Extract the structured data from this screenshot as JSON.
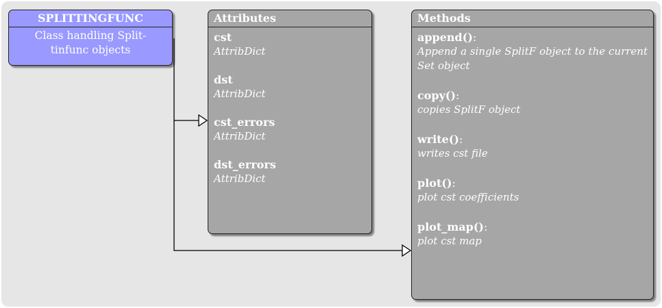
{
  "class": {
    "name": "SPLITTINGFUNC",
    "description": "Class handling Split-tinfunc objects",
    "fill_color": "#9999ff"
  },
  "attributes": {
    "title": "Attributes",
    "items": [
      {
        "name": "cst",
        "type": "AttribDict"
      },
      {
        "name": "dst",
        "type": "AttribDict"
      },
      {
        "name": "cst_errors",
        "type": "AttribDict"
      },
      {
        "name": "dst_errors",
        "type": "AttribDict"
      }
    ]
  },
  "methods": {
    "title": "Methods",
    "items": [
      {
        "name": "append()",
        "suffix": ":",
        "description": "Append a single SplitF object to the current Set object"
      },
      {
        "name": "copy()",
        "suffix": ":",
        "description": "copies SplitF object"
      },
      {
        "name": "write()",
        "suffix": ":",
        "description": "writes cst file"
      },
      {
        "name": "plot()",
        "suffix": ":",
        "description": "plot cst coefficients"
      },
      {
        "name": "plot_map()",
        "suffix": ":",
        "description": "plot cst map"
      }
    ]
  },
  "colors": {
    "background": "#e6e6e6",
    "box_gray": "#a6a6a6",
    "class_blue": "#9999ff"
  }
}
